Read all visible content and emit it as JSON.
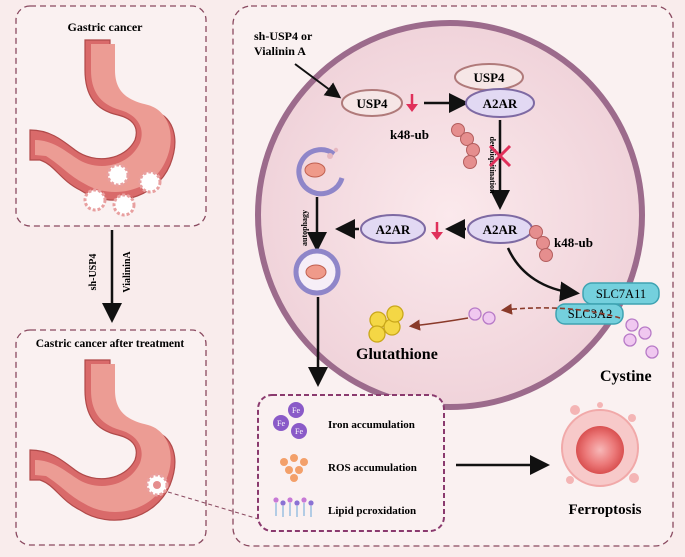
{
  "left_panel": {
    "top_label": "Gastric cancer",
    "treatment_1": "sh-USP4",
    "treatment_2": "VialininA",
    "bottom_label": "Castric cancer after treatment"
  },
  "cell": {
    "input_line1": "sh-USP4 or",
    "input_line2": "Vialinin A",
    "usp4_main": "USP4",
    "usp4_bound": "USP4",
    "a2ar_bound": "A2AR",
    "k48_upper": "k48-ub",
    "deubiquitination": "deubiquitination",
    "a2ar_middle": "A2AR",
    "k48_lower": "k48-ub",
    "a2ar_left": "A2AR",
    "autophagy": "autophagy",
    "slc7a11": "SLC7A11",
    "slc3a2": "SLC3A2",
    "glutathione": "Glutathione",
    "cystine": "Cystine"
  },
  "outcome_box": {
    "fe_label": "Fe",
    "iron": "Iron accumulation",
    "ros": "ROS accumulation",
    "lipid": "Lipid pcroxidation"
  },
  "ferroptosis": "Ferroptosis",
  "colors": {
    "background": "#f9ecec",
    "panel_border": "#8a4a60",
    "cell_fill": "#f5dfe3",
    "cell_border": "#9c6b8c",
    "stomach": "#d96a6a",
    "stomach_inner": "#ec9c94",
    "oval_fill": "#e2d9f3",
    "oval_border": "#7e6aa3",
    "k48_bead": "#e58e8e",
    "red_arrow": "#e0305a",
    "transporter": "#74d0dd",
    "cystine_dot": "#dda8e8",
    "glutathione_dot": "#f4d745",
    "fe_dot": "#8a5ac8",
    "ros_dot": "#f3a06a",
    "ferroptosis_cell": "#e96a6a"
  }
}
